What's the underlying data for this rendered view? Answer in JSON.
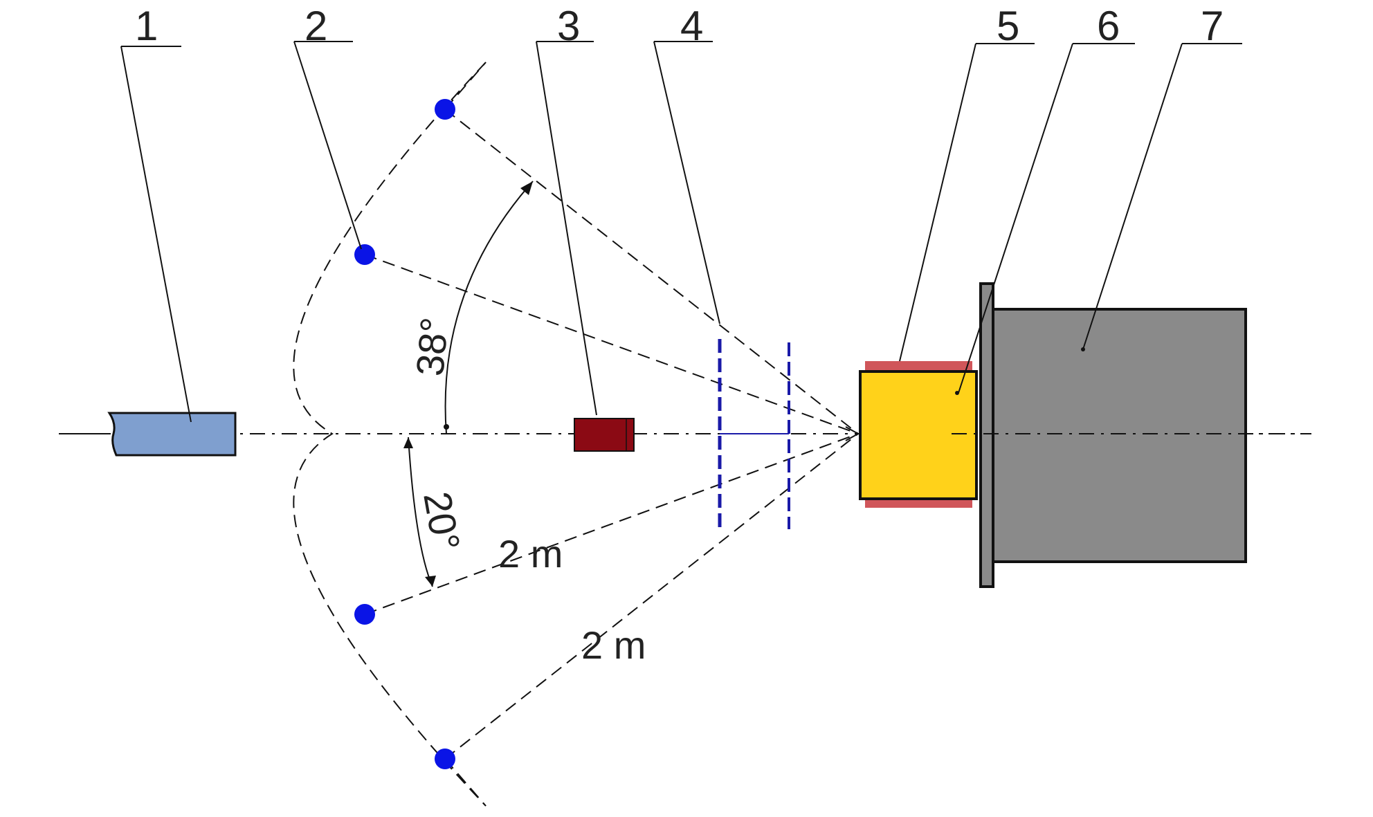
{
  "labels": {
    "n1": "1",
    "n2": "2",
    "n3": "3",
    "n4": "4",
    "n5": "5",
    "n6": "6",
    "n7": "7"
  },
  "annotations": {
    "angle_upper": "38°",
    "angle_lower": "20°",
    "distance_1": "2 m",
    "distance_2": "2 m"
  },
  "colors": {
    "sensor": "#0a14e6",
    "item_1": "#7f9fcf",
    "item_3": "#8b0a14",
    "item_4": "#1a1aa8",
    "item_5_fill": "#ffd21a",
    "item_5_rails": "#d0565a",
    "item_6_7": "#8a8a8a"
  }
}
